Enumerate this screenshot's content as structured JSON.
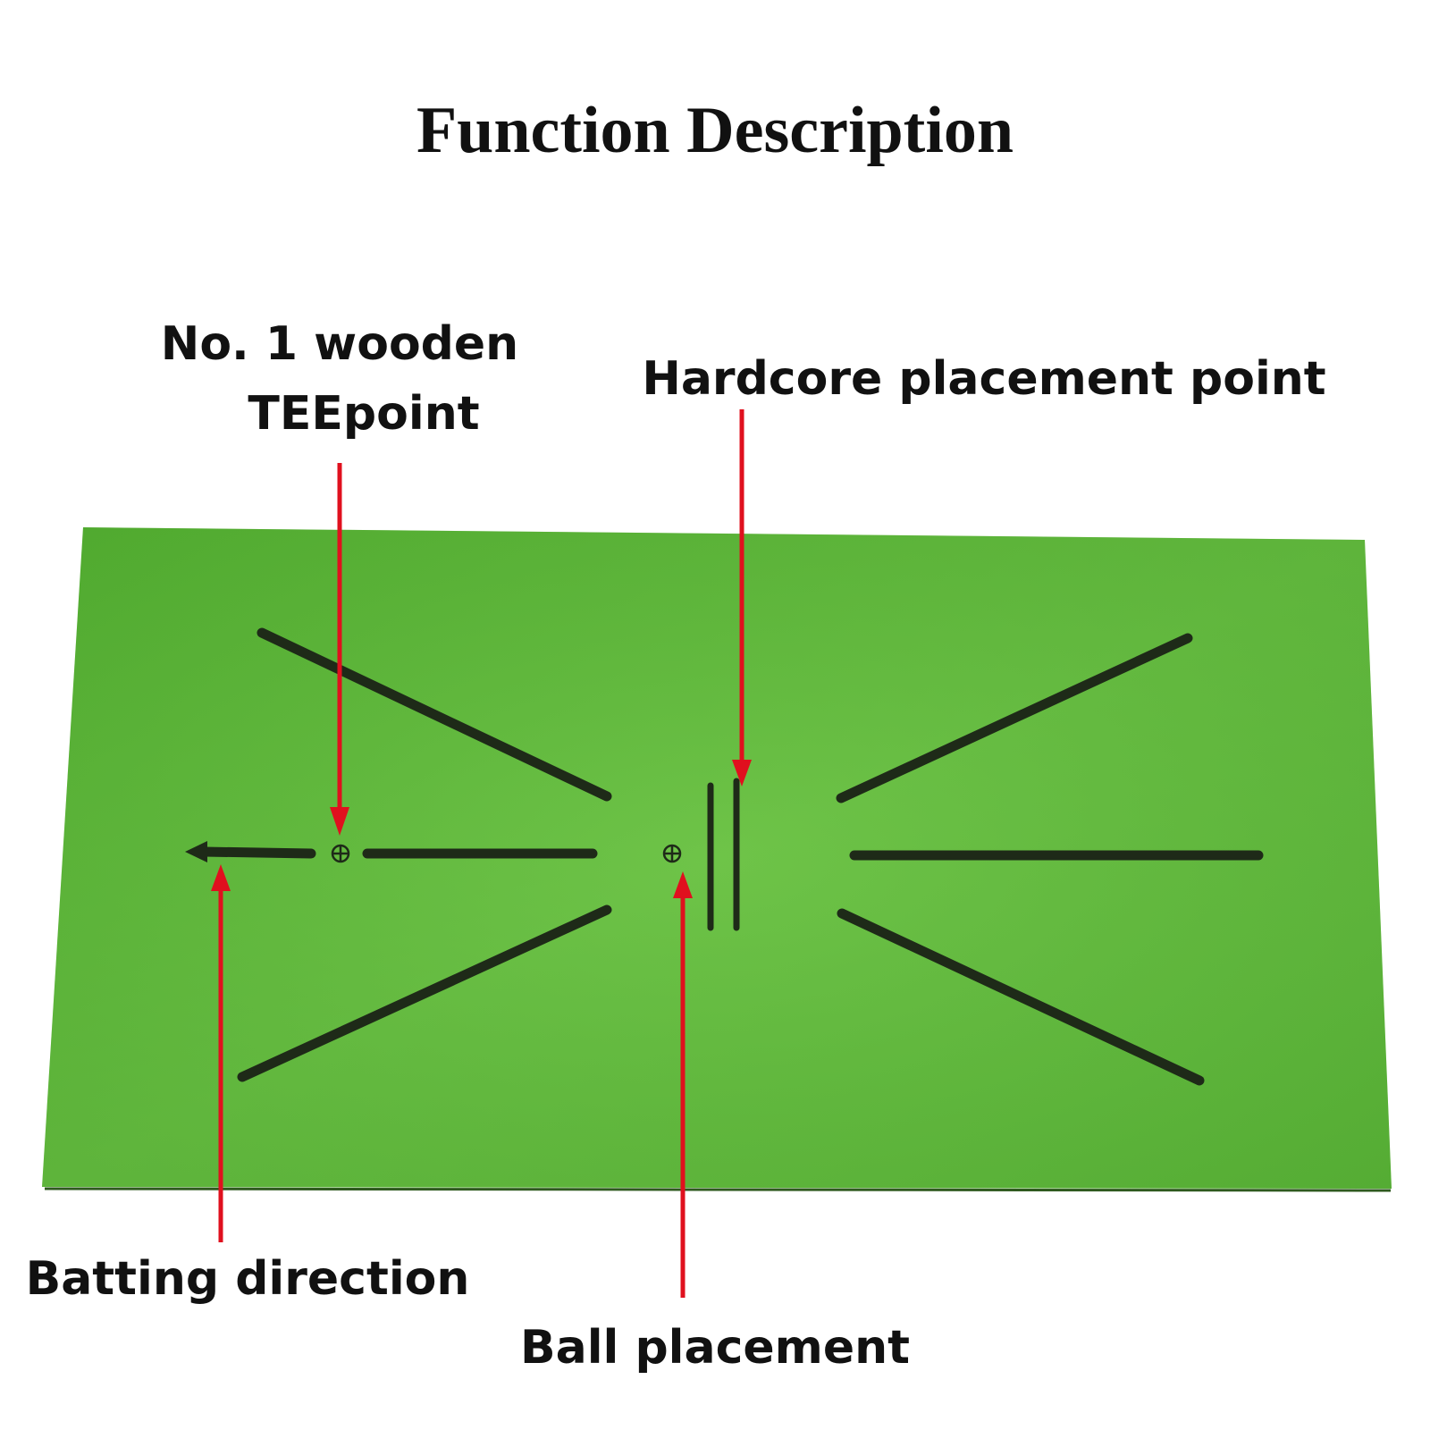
{
  "title": "Function Description",
  "labels": {
    "tee_point": [
      "No. 1 wooden",
      "TEEpoint"
    ],
    "hardcore_point": "Hardcore placement point",
    "batting_direction": "Batting direction",
    "ball_placement": "Ball placement"
  },
  "colors": {
    "mat_green": "#5fb83a",
    "mat_line": "#1e2a18",
    "pointer_red": "#e0101e",
    "text": "#111111"
  },
  "icons": {
    "tee_marker": "crosshair-circle-icon",
    "ball_marker": "crosshair-circle-icon",
    "direction_arrow": "arrow-left-icon"
  }
}
